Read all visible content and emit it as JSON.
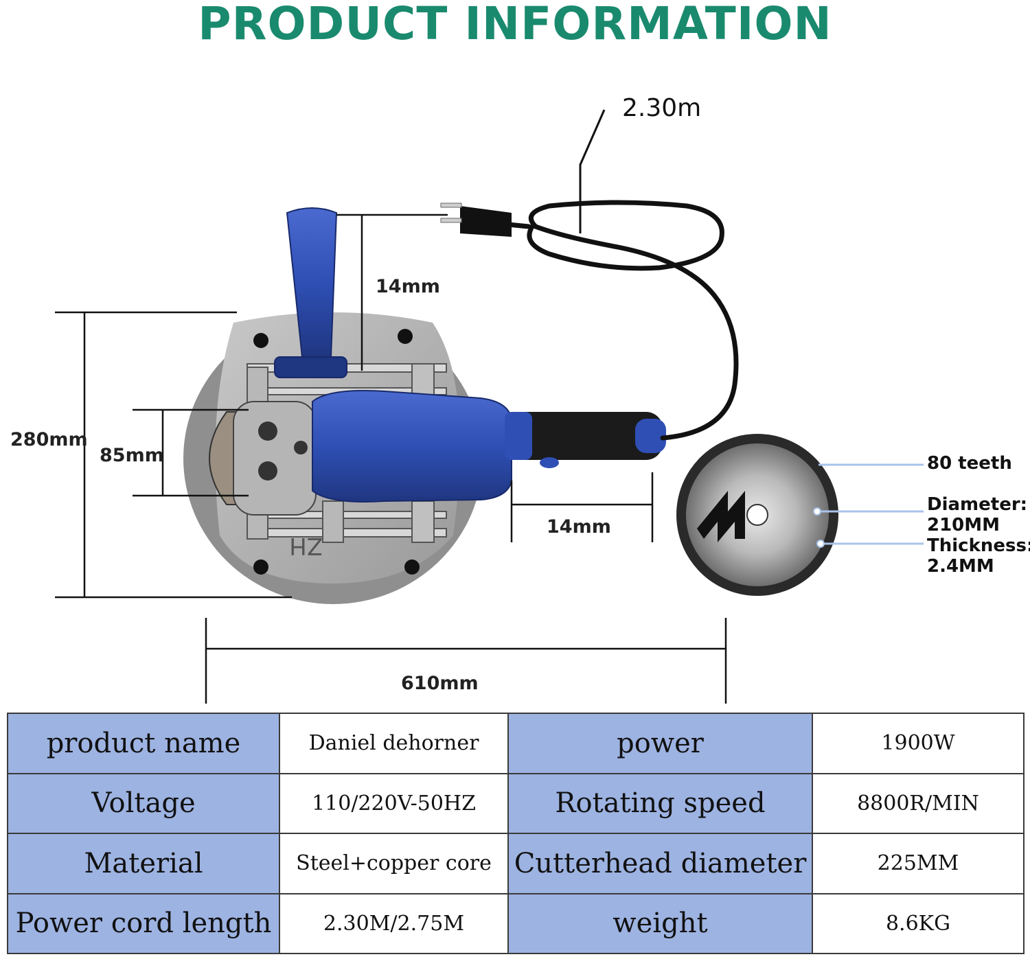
{
  "title": "PRODUCT INFORMATION",
  "colors": {
    "title": "#1a8a6e",
    "key_cell": "#9db3e2",
    "tool_blue": "#2f4fb5",
    "base_gray": "#8f8f8f",
    "callout_line": "#a9c3ea"
  },
  "dimensions": {
    "cord_length": "2.30m",
    "handle_gap": "14mm",
    "height": "280mm",
    "inner_height": "85mm",
    "blade_gap": "14mm",
    "width": "610mm"
  },
  "blade": {
    "teeth": "80 teeth",
    "diameter_label": "Diameter:",
    "diameter_value": "210MM",
    "thickness_label": "Thickness:",
    "thickness_value": "2.4MM"
  },
  "specs": {
    "rows": [
      [
        {
          "key": "product name",
          "value": "Daniel dehorner"
        },
        {
          "key": "power",
          "value": "1900W"
        }
      ],
      [
        {
          "key": "Voltage",
          "value": "110/220V-50HZ"
        },
        {
          "key": "Rotating speed",
          "value": "8800R/MIN"
        }
      ],
      [
        {
          "key": "Material",
          "value": "Steel+copper core"
        },
        {
          "key": "Cutterhead diameter",
          "value": "225MM"
        }
      ],
      [
        {
          "key": "Power cord length",
          "value": "2.30M/2.75M"
        },
        {
          "key": "weight",
          "value": "8.6KG"
        }
      ]
    ]
  }
}
